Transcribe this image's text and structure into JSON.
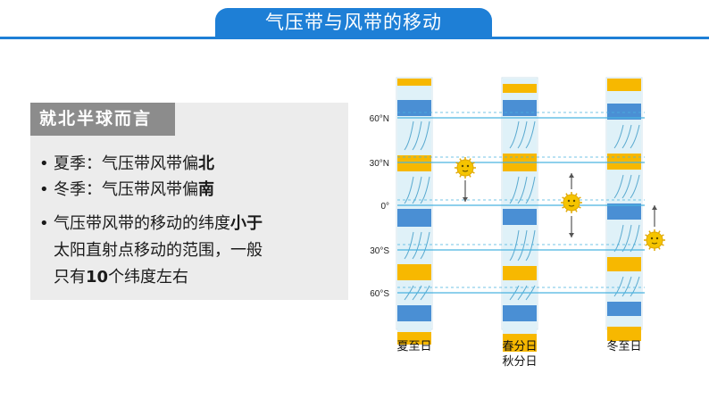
{
  "title": "气压带与风带的移动",
  "panel": {
    "heading": "就北半球而言",
    "bullets": [
      {
        "text": "夏季：气压带风带偏",
        "bold": "北"
      },
      {
        "text": "冬季：气压带风带偏",
        "bold": "南"
      }
    ],
    "para": {
      "line1_pre": "气压带风带的移动的纬度",
      "line1_bold": "小于",
      "line2": "太阳直射点移动的范围，一般",
      "line3_pre": "只有",
      "line3_bold": "10",
      "line3_post": "个纬度左右"
    }
  },
  "diagram": {
    "lat_labels": [
      "60°N",
      "30°N",
      "0°",
      "30°S",
      "60°S"
    ],
    "columns": [
      {
        "label_lines": [
          "夏至日"
        ]
      },
      {
        "label_lines": [
          "春分日",
          "秋分日"
        ]
      },
      {
        "label_lines": [
          "冬至日"
        ]
      }
    ],
    "colors": {
      "high_pressure": "#f7b800",
      "low_pressure": "#4a8fd4",
      "wind_band": "#dff1f8",
      "line": "#4ab3e0",
      "sun": "#f5c400"
    }
  }
}
